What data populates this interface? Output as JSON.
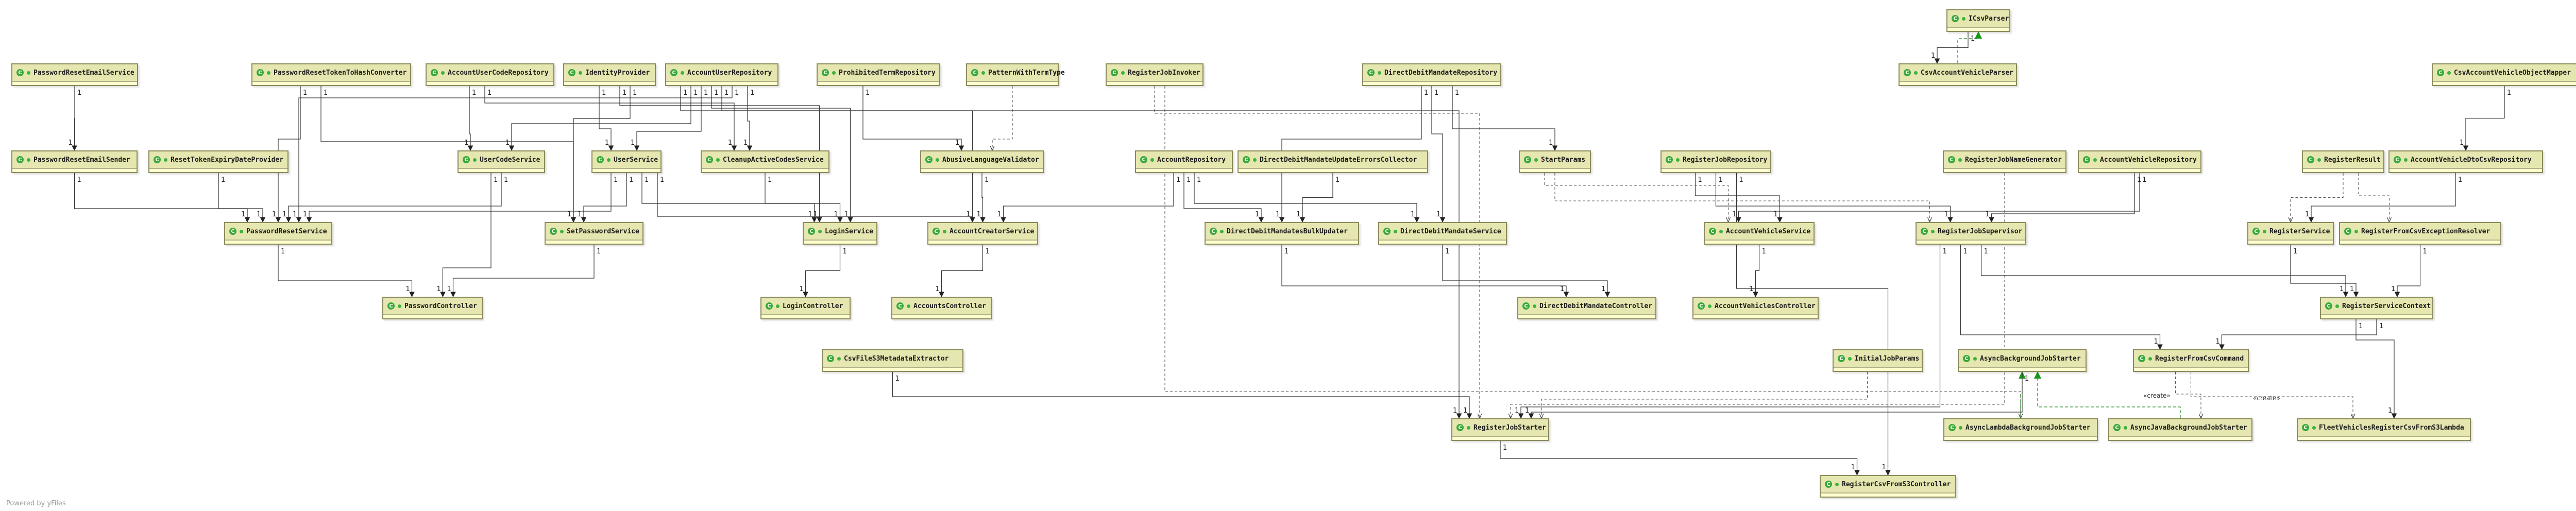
{
  "diagram": {
    "class_icon_letter": "C",
    "classes": [
      {
        "id": "PasswordResetEmailService",
        "label": "PasswordResetEmailService"
      },
      {
        "id": "PasswordResetTokenToHashConverter",
        "label": "PasswordResetTokenToHashConverter"
      },
      {
        "id": "AccountUserCodeRepository",
        "label": "AccountUserCodeRepository"
      },
      {
        "id": "IdentityProvider",
        "label": "IdentityProvider"
      },
      {
        "id": "AccountUserRepository",
        "label": "AccountUserRepository"
      },
      {
        "id": "ProhibitedTermRepository",
        "label": "ProhibitedTermRepository"
      },
      {
        "id": "PatternWithTermType",
        "label": "PatternWithTermType"
      },
      {
        "id": "RegisterJobInvoker",
        "label": "RegisterJobInvoker"
      },
      {
        "id": "DirectDebitMandateRepository",
        "label": "DirectDebitMandateRepository"
      },
      {
        "id": "ICsvParser",
        "label": "ICsvParser"
      },
      {
        "id": "CsvAccountVehicleParser",
        "label": "CsvAccountVehicleParser"
      },
      {
        "id": "CsvAccountVehicleObjectMapper",
        "label": "CsvAccountVehicleObjectMapper"
      },
      {
        "id": "PasswordResetEmailSender",
        "label": "PasswordResetEmailSender"
      },
      {
        "id": "ResetTokenExpiryDateProvider",
        "label": "ResetTokenExpiryDateProvider"
      },
      {
        "id": "UserCodeService",
        "label": "UserCodeService"
      },
      {
        "id": "UserService",
        "label": "UserService"
      },
      {
        "id": "CleanupActiveCodesService",
        "label": "CleanupActiveCodesService"
      },
      {
        "id": "AbusiveLanguageValidator",
        "label": "AbusiveLanguageValidator"
      },
      {
        "id": "AccountRepository",
        "label": "AccountRepository"
      },
      {
        "id": "DirectDebitMandateUpdateErrorsCollector",
        "label": "DirectDebitMandateUpdateErrorsCollector"
      },
      {
        "id": "StartParams",
        "label": "StartParams"
      },
      {
        "id": "RegisterJobRepository",
        "label": "RegisterJobRepository"
      },
      {
        "id": "RegisterJobNameGenerator",
        "label": "RegisterJobNameGenerator"
      },
      {
        "id": "AccountVehicleRepository",
        "label": "AccountVehicleRepository"
      },
      {
        "id": "RegisterResult",
        "label": "RegisterResult"
      },
      {
        "id": "AccountVehicleDtoCsvRepository",
        "label": "AccountVehicleDtoCsvRepository"
      },
      {
        "id": "PasswordResetService",
        "label": "PasswordResetService"
      },
      {
        "id": "SetPasswordService",
        "label": "SetPasswordService"
      },
      {
        "id": "LoginService",
        "label": "LoginService"
      },
      {
        "id": "AccountCreatorService",
        "label": "AccountCreatorService"
      },
      {
        "id": "DirectDebitMandatesBulkUpdater",
        "label": "DirectDebitMandatesBulkUpdater"
      },
      {
        "id": "DirectDebitMandateService",
        "label": "DirectDebitMandateService"
      },
      {
        "id": "AccountVehicleService",
        "label": "AccountVehicleService"
      },
      {
        "id": "RegisterJobSupervisor",
        "label": "RegisterJobSupervisor"
      },
      {
        "id": "RegisterService",
        "label": "RegisterService"
      },
      {
        "id": "RegisterFromCsvExceptionResolver",
        "label": "RegisterFromCsvExceptionResolver"
      },
      {
        "id": "PasswordController",
        "label": "PasswordController"
      },
      {
        "id": "LoginController",
        "label": "LoginController"
      },
      {
        "id": "AccountsController",
        "label": "AccountsController"
      },
      {
        "id": "DirectDebitMandateController",
        "label": "DirectDebitMandateController"
      },
      {
        "id": "AccountVehiclesController",
        "label": "AccountVehiclesController"
      },
      {
        "id": "RegisterServiceContext",
        "label": "RegisterServiceContext"
      },
      {
        "id": "CsvFileS3MetadataExtractor",
        "label": "CsvFileS3MetadataExtractor"
      },
      {
        "id": "InitialJobParams",
        "label": "InitialJobParams"
      },
      {
        "id": "AsyncBackgroundJobStarter",
        "label": "AsyncBackgroundJobStarter"
      },
      {
        "id": "RegisterFromCsvCommand",
        "label": "RegisterFromCsvCommand"
      },
      {
        "id": "RegisterJobStarter",
        "label": "RegisterJobStarter"
      },
      {
        "id": "AsyncLambdaBackgroundJobStarter",
        "label": "AsyncLambdaBackgroundJobStarter"
      },
      {
        "id": "AsyncJavaBackgroundJobStarter",
        "label": "AsyncJavaBackgroundJobStarter"
      },
      {
        "id": "FleetVehiclesRegisterCsvFromS3Lambda",
        "label": "FleetVehiclesRegisterCsvFromS3Lambda"
      },
      {
        "id": "RegisterCsvFromS3Controller",
        "label": "RegisterCsvFromS3Controller"
      }
    ],
    "multiplicity": "1",
    "edge_labels": [
      "«create»",
      "«create»"
    ],
    "colors": {
      "class_fill": "#fefece",
      "class_header": "#e6e6b0",
      "class_border": "#8a8a5a",
      "icon_green": "#39a939",
      "edge": "#333333",
      "realization": "#1a8a1a"
    }
  },
  "footer": "Powered by yFiles"
}
